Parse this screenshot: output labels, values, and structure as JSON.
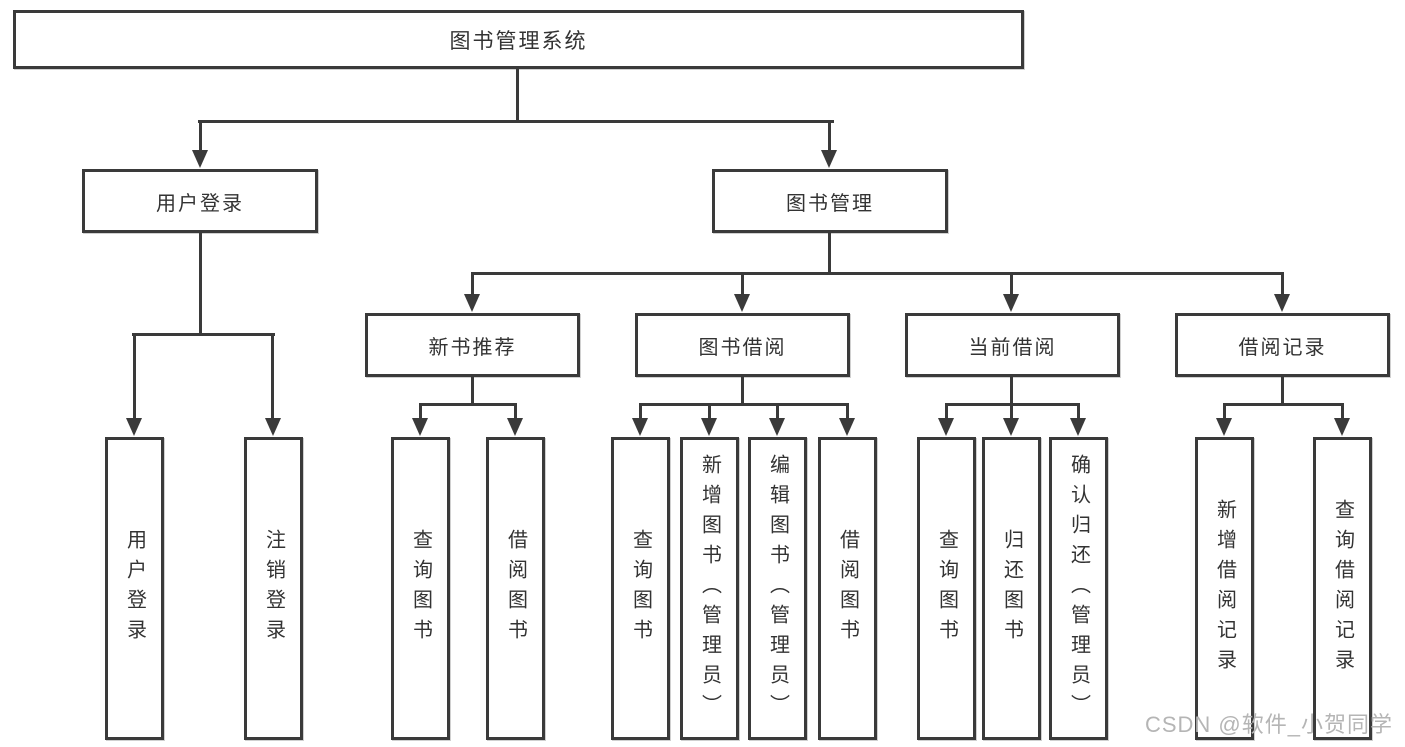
{
  "colors": {
    "line": "#3a3a3a",
    "text": "#333333",
    "watermark": "#b5b5b5",
    "background": "#ffffff"
  },
  "nodes": {
    "root": "图书管理系统",
    "user_login": "用户登录",
    "book_management": "图书管理",
    "new_book_recommend": "新书推荐",
    "book_borrow": "图书借阅",
    "current_borrow": "当前借阅",
    "borrow_records": "借阅记录"
  },
  "leaves": {
    "user_login": [
      "用户登录",
      "注销登录"
    ],
    "new_book_recommend": [
      "查询图书",
      "借阅图书"
    ],
    "book_borrow": [
      "查询图书",
      "新增图书（管理员）",
      "编辑图书（管理员）",
      "借阅图书"
    ],
    "current_borrow": [
      "查询图书",
      "归还图书",
      "确认归还（管理员）"
    ],
    "borrow_records": [
      "新增借阅记录",
      "查询借阅记录"
    ]
  },
  "watermark": "CSDN @软件_小贺同学"
}
